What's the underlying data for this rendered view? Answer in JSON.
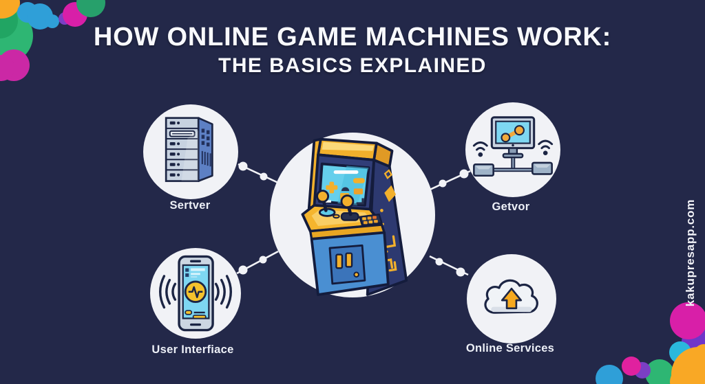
{
  "title": {
    "line1": "HOW ONLINE GAME MACHINES WORK:",
    "line2": "THE BASICS EXPLAINED"
  },
  "watermark": {
    "text": "kakupresapp.com"
  },
  "diagram": {
    "type": "hub-and-spoke infographic",
    "center": {
      "name": "arcade-machine",
      "icon": "arcade-machine-icon"
    },
    "nodes": [
      {
        "label": "Sertver",
        "icon": "server-icon",
        "position": "top-left"
      },
      {
        "label": "Getvor",
        "icon": "network-monitor-icon",
        "position": "top-right"
      },
      {
        "label": "User Interfiace",
        "icon": "smartphone-vibrate-icon",
        "position": "bottom-left"
      },
      {
        "label": "Online Services",
        "icon": "cloud-upload-icon",
        "position": "bottom-right"
      }
    ]
  },
  "colors": {
    "background": "#232849",
    "circle_fill": "#f1f2f6",
    "connector": "#f2f3f7",
    "text": "#f8f9fd",
    "arcade_yellow": "#f2b02c",
    "arcade_navy": "#2d3970",
    "screen_cyan": "#65cfec",
    "door_blue": "#4a8fd2",
    "blob_magenta": "#d81fa8",
    "blob_green": "#2eb673",
    "blob_blue": "#2f9fd8",
    "blob_orange": "#f9a825",
    "blob_purple": "#7b3fc4",
    "blob_cyan": "#2ab8dc"
  }
}
